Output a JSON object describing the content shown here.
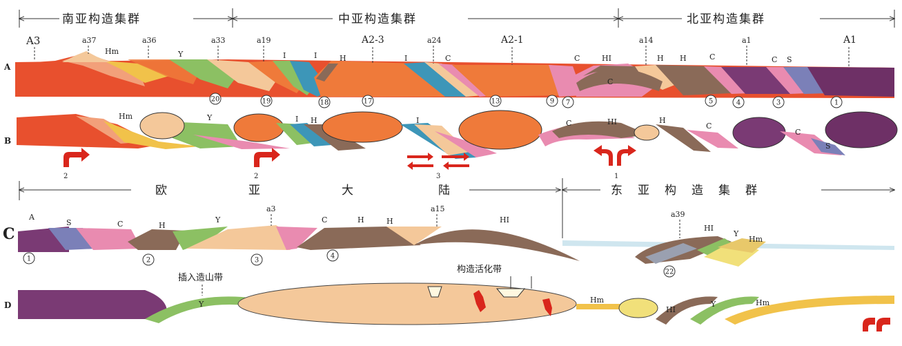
{
  "headers": {
    "south_asia": "南亚构造集群",
    "central_asia": "中亚构造集群",
    "north_asia": "北亚构造集群",
    "eurasia": "欧亚大陆",
    "east_asia": "东亚构造集群"
  },
  "rows": {
    "A": "A",
    "B": "B",
    "C": "C",
    "D": "D"
  },
  "row_a_labels": {
    "A3": "A3",
    "a37": "a37",
    "Hm": "Hm",
    "a36": "a36",
    "Y": "Y",
    "a33": "a33",
    "a19": "a19",
    "I1": "I",
    "I2": "I",
    "H1": "H",
    "A23": "A2-3",
    "I3": "I",
    "a24": "a24",
    "C1": "C",
    "A21": "A2-1",
    "C2": "C",
    "HI": "HI",
    "a14": "a14",
    "H2": "H",
    "H3": "H",
    "C3": "C",
    "a1": "a1",
    "C4": "C",
    "S": "S",
    "A1": "A1",
    "Cinner": "C"
  },
  "row_a_numbers": [
    "20",
    "19",
    "18",
    "17",
    "13",
    "9",
    "7",
    "5",
    "4",
    "3",
    "1"
  ],
  "row_b_labels": {
    "Hm": "Hm",
    "Y": "Y",
    "I1": "I",
    "H1": "H",
    "I2": "I",
    "C1": "C",
    "HI": "HI",
    "H2": "H",
    "C2": "C",
    "C3": "C",
    "S": "S"
  },
  "row_b_arrow_numbers": [
    "2",
    "2",
    "3",
    "1"
  ],
  "row_c_labels": {
    "A": "A",
    "S": "S",
    "C1": "C",
    "H1": "H",
    "Y": "Y",
    "a3": "a3",
    "C2": "C",
    "H2": "H",
    "H3": "H",
    "a15": "a15",
    "HI1": "HI",
    "a39": "a39",
    "HI2": "HI",
    "Y2": "Y",
    "Hm": "Hm"
  },
  "row_c_numbers": [
    "1",
    "2",
    "3",
    "4",
    "22"
  ],
  "row_d_labels": {
    "insert": "插入造山带",
    "Y1": "Y",
    "activation": "构造活化带",
    "Hm1": "Hm",
    "HI": "HI",
    "Y2": "Y",
    "Hm2": "Hm"
  },
  "colors": {
    "red": "#e8502e",
    "orange": "#ef7a3a",
    "salmon": "#f2a07a",
    "pink": "#e98bb0",
    "purple": "#7a3a74",
    "olive": "#8cc063",
    "brown": "#8a6a58",
    "teal": "#3d96b8",
    "tan": "#f4c89a",
    "yellow": "#f1e07a",
    "arrow": "#d9261c"
  }
}
